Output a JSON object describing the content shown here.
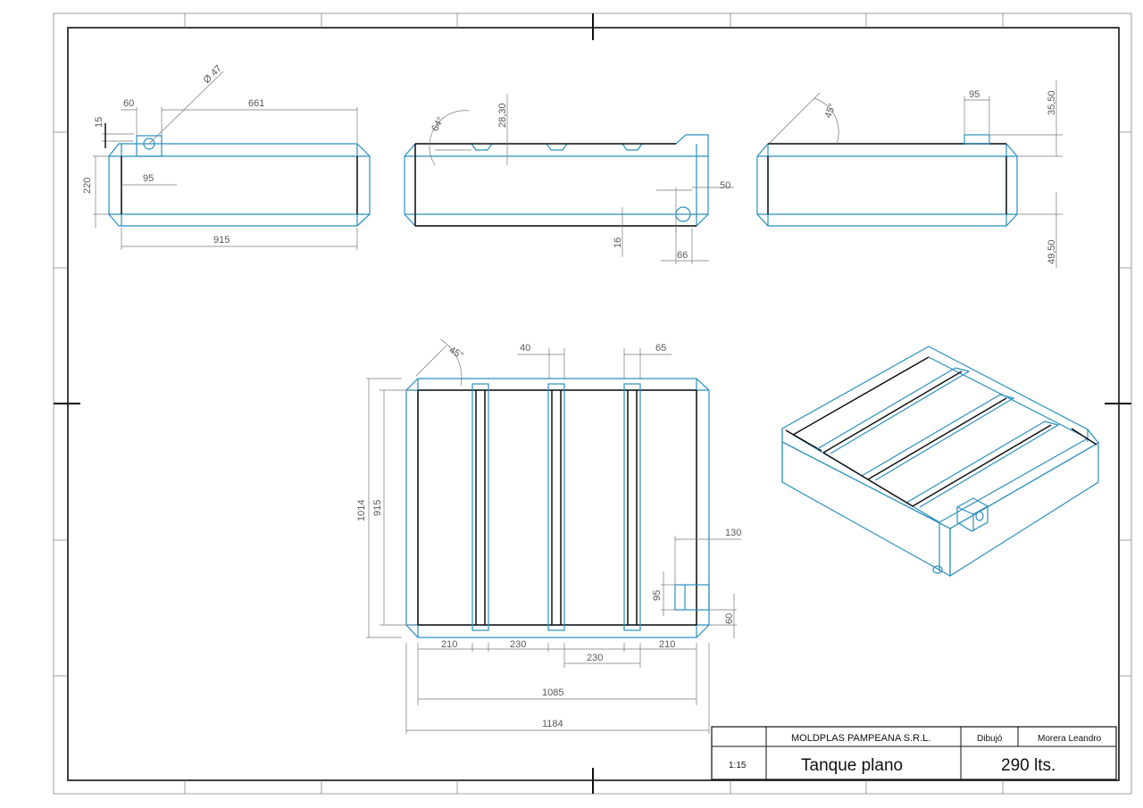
{
  "title_block": {
    "company": "MOLDPLAS PAMPEANA S.R.L.",
    "drawn_by_label": "Dibujó",
    "drawn_by": "Morera Leandro",
    "scale": "1:15",
    "part_name": "Tanque plano",
    "capacity": "290 lts."
  },
  "dimensions": {
    "front": {
      "hole_dia": "Ø 47",
      "d60": "60",
      "d661": "661",
      "d15": "15",
      "d220": "220",
      "d95": "95",
      "d915": "915"
    },
    "side": {
      "angle64": "64°",
      "d28_30": "28,30",
      "d50": "50",
      "d16": "16",
      "d66": "66"
    },
    "right": {
      "angle45": "45°",
      "d95": "95",
      "d35_50": "35,50",
      "d49_50": "49,50"
    },
    "top": {
      "angle45": "45°",
      "d40": "40",
      "d65": "65",
      "d1014": "1014",
      "d915": "915",
      "d130": "130",
      "d95": "95",
      "d60": "60",
      "d210a": "210",
      "d230a": "230",
      "d210b": "210",
      "d230b": "230",
      "d1085": "1085",
      "d1184": "1184"
    }
  }
}
